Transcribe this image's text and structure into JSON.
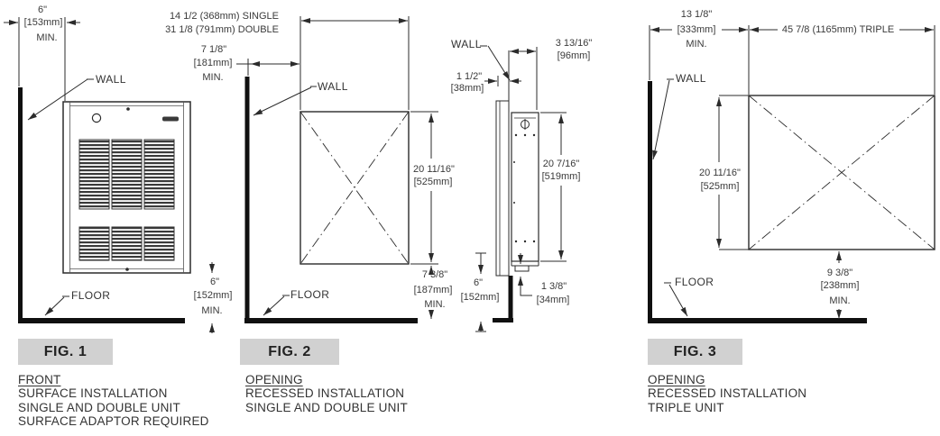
{
  "fig1": {
    "box_label": "FIG. 1",
    "caption": {
      "title": "FRONT",
      "lines": [
        "SURFACE INSTALLATION",
        "SINGLE AND DOUBLE UNIT",
        "SURFACE ADAPTOR REQUIRED"
      ]
    },
    "wall_label": "WALL",
    "floor_label": "FLOOR",
    "wall_clearance": {
      "value": "6\"",
      "mm": "[153mm]",
      "note": "MIN."
    },
    "floor_clearance": {
      "value": "6\"",
      "mm": "[152mm]",
      "note": "MIN."
    }
  },
  "fig2": {
    "box_label": "FIG. 2",
    "caption": {
      "title": "OPENING",
      "lines": [
        "RECESSED INSTALLATION",
        "SINGLE AND DOUBLE UNIT"
      ]
    },
    "wall_label": "WALL",
    "floor_label": "FLOOR",
    "opening_width_single": "14 1/2 (368mm) SINGLE",
    "opening_width_double": "31 1/8 (791mm) DOUBLE",
    "wall_clearance": {
      "value": "7 1/8\"",
      "mm": "[181mm]",
      "note": "MIN."
    },
    "opening_height": {
      "value": "20 11/16\"",
      "mm": "[525mm]"
    },
    "floor_clearance": {
      "value": "7 3/8\"",
      "mm": "[187mm]",
      "note": "MIN."
    }
  },
  "side_view": {
    "wall_label": "WALL",
    "wall_thickness": {
      "value": "1 1/2\"",
      "mm": "[38mm]"
    },
    "projection_depth": {
      "value": "3 13/16\"",
      "mm": "[96mm]"
    },
    "unit_height": {
      "value": "20 7/16\"",
      "mm": "[519mm]"
    },
    "floor_clearance": {
      "value": "6\"",
      "mm": "[152mm]"
    },
    "bottom_lip": {
      "value": "1 3/8\"",
      "mm": "[34mm]"
    }
  },
  "fig3": {
    "box_label": "FIG. 3",
    "caption": {
      "title": "OPENING",
      "lines": [
        "RECESSED INSTALLATION",
        "TRIPLE UNIT"
      ]
    },
    "wall_label": "WALL",
    "floor_label": "FLOOR",
    "opening_width_triple": "45 7/8 (1165mm) TRIPLE",
    "wall_clearance": {
      "value": "13 1/8\"",
      "mm": "[333mm]",
      "note": "MIN."
    },
    "opening_height": {
      "value": "20 11/16\"",
      "mm": "[525mm]"
    },
    "floor_clearance": {
      "value": "9 3/8\"",
      "mm": "[238mm]",
      "note": "MIN."
    }
  },
  "colors": {
    "line": "#2b2b2b",
    "heavy_line": "#101010",
    "text": "#3a3a3a",
    "fig_box_bg": "#d1d1d1"
  }
}
